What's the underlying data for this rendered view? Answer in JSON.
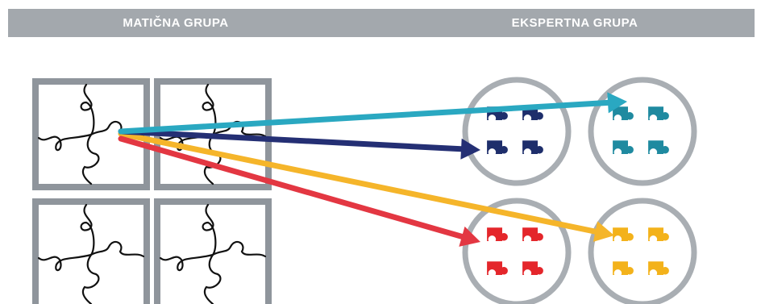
{
  "header": {
    "left_label": "MATIČNA GRUPA",
    "right_label": "EKSPERTNA GRUPA"
  },
  "home_group": {
    "tile_count": 4,
    "frame_color": "#8f959c",
    "line_color": "#111111"
  },
  "expert_groups": [
    {
      "name": "teal-group",
      "color": "#1f8aa0"
    },
    {
      "name": "navy-group",
      "color": "#1e2e6b"
    },
    {
      "name": "red-group",
      "color": "#e4262b"
    },
    {
      "name": "yellow-group",
      "color": "#f3b21b"
    }
  ],
  "arrows": [
    {
      "name": "arrow-to-teal",
      "color": "#2aa8c1"
    },
    {
      "name": "arrow-to-navy",
      "color": "#242f74"
    },
    {
      "name": "arrow-to-red",
      "color": "#e33742"
    },
    {
      "name": "arrow-to-yellow",
      "color": "#f5b52a"
    }
  ],
  "circle_frame_color": "#a9aeb3"
}
